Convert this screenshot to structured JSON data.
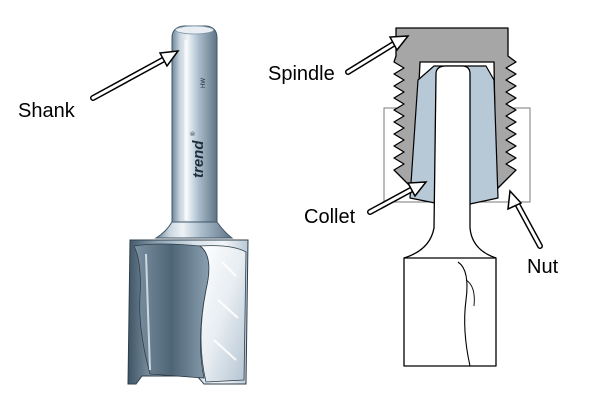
{
  "labels": {
    "shank": "Shank",
    "spindle": "Spindle",
    "collet": "Collet",
    "nut": "Nut"
  },
  "brand": {
    "name": "trend",
    "mark": "®",
    "code": "HW"
  },
  "colors": {
    "steel_light": "#dbe4ec",
    "steel_mid": "#9fb3c3",
    "steel_dark": "#4f6678",
    "spindle_grey": "#a6a6a6",
    "collet_blue": "#b7c8d6",
    "outline": "#000000"
  }
}
